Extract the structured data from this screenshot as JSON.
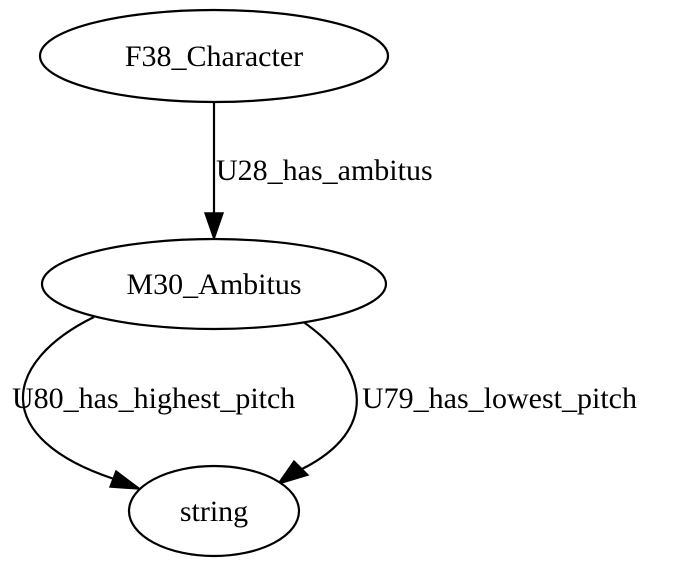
{
  "nodes": {
    "character": "F38_Character",
    "ambitus": "M30_Ambitus",
    "string": "string"
  },
  "edges": {
    "has_ambitus": "U28_has_ambitus",
    "has_highest_pitch": "U80_has_highest_pitch",
    "has_lowest_pitch": "U79_has_lowest_pitch"
  }
}
